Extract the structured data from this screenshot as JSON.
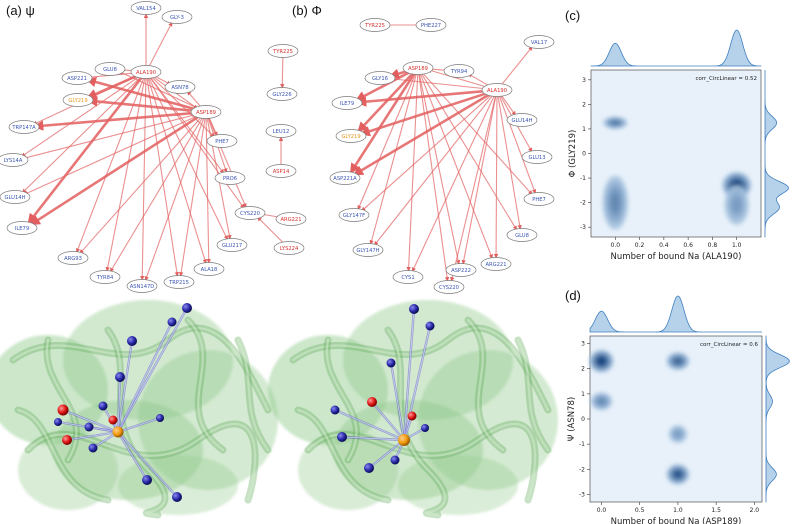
{
  "panels": {
    "a": {
      "label": "(a) ψ",
      "nodes": [
        {
          "id": "VAL154",
          "label": "VAL154",
          "role": "target"
        },
        {
          "id": "GLY-3",
          "label": "GLY-3",
          "role": "target"
        },
        {
          "id": "GLU8",
          "label": "GLU8",
          "role": "target"
        },
        {
          "id": "ALA190",
          "label": "ALA190",
          "role": "source"
        },
        {
          "id": "ASN78",
          "label": "ASN78",
          "role": "target"
        },
        {
          "id": "ASP221",
          "label": "ASP221",
          "role": "target"
        },
        {
          "id": "GLY219",
          "label": "GLY219",
          "role": "highlight"
        },
        {
          "id": "ASP189",
          "label": "ASP189",
          "role": "source"
        },
        {
          "id": "TRP147A",
          "label": "TRP147A",
          "role": "target"
        },
        {
          "id": "PHE7",
          "label": "PHE7",
          "role": "target"
        },
        {
          "id": "LYS14A",
          "label": "LYS14A",
          "role": "target"
        },
        {
          "id": "PRO6",
          "label": "PRO6",
          "role": "target"
        },
        {
          "id": "GLU14H",
          "label": "GLU14H",
          "role": "target"
        },
        {
          "id": "CYS220",
          "label": "CYS220",
          "role": "target"
        },
        {
          "id": "ILE79",
          "label": "ILE79",
          "role": "target"
        },
        {
          "id": "ARG221",
          "label": "ARG221",
          "role": "source"
        },
        {
          "id": "LYS224",
          "label": "LYS224",
          "role": "source"
        },
        {
          "id": "ARG93",
          "label": "ARG93",
          "role": "target"
        },
        {
          "id": "TYR84",
          "label": "TYR84",
          "role": "target"
        },
        {
          "id": "ASN147D",
          "label": "ASN147D",
          "role": "target"
        },
        {
          "id": "TRP215",
          "label": "TRP215",
          "role": "target"
        },
        {
          "id": "ALA18",
          "label": "ALA18",
          "role": "target"
        },
        {
          "id": "GLU217",
          "label": "GLU217",
          "role": "target"
        },
        {
          "id": "TYR225",
          "label": "TYR225",
          "role": "source"
        },
        {
          "id": "GLY226",
          "label": "GLY226",
          "role": "target"
        },
        {
          "id": "LEU12",
          "label": "LEU12",
          "role": "target"
        },
        {
          "id": "ASP14",
          "label": "ASP14",
          "role": "source"
        }
      ],
      "edges": [
        [
          "ALA190",
          "VAL154"
        ],
        [
          "ALA190",
          "GLY-3"
        ],
        [
          "ALA190",
          "GLU8"
        ],
        [
          "ALA190",
          "ASN78"
        ],
        [
          "ALA190",
          "ASP221"
        ],
        [
          "ALA190",
          "GLY219"
        ],
        [
          "ALA190",
          "TRP147A"
        ],
        [
          "ALA190",
          "ASP189"
        ],
        [
          "ALA190",
          "PHE7"
        ],
        [
          "ALA190",
          "LYS14A"
        ],
        [
          "ALA190",
          "GLU14H"
        ],
        [
          "ALA190",
          "ILE79"
        ],
        [
          "ALA190",
          "ARG93"
        ],
        [
          "ALA190",
          "TYR84"
        ],
        [
          "ALA190",
          "ASN147D"
        ],
        [
          "ALA190",
          "TRP215"
        ],
        [
          "ALA190",
          "ALA18"
        ],
        [
          "ALA190",
          "GLU217"
        ],
        [
          "ALA190",
          "CYS220"
        ],
        [
          "ALA190",
          "PRO6"
        ],
        [
          "ASP189",
          "ASP221"
        ],
        [
          "ASP189",
          "GLY219"
        ],
        [
          "ASP189",
          "TRP147A"
        ],
        [
          "ASP189",
          "GLU8"
        ],
        [
          "ASP189",
          "ASN78"
        ],
        [
          "ASP189",
          "PHE7"
        ],
        [
          "ASP189",
          "PRO6"
        ],
        [
          "ASP189",
          "LYS14A"
        ],
        [
          "ASP189",
          "GLU14H"
        ],
        [
          "ASP189",
          "ILE79"
        ],
        [
          "ASP189",
          "ARG93"
        ],
        [
          "ASP189",
          "TYR84"
        ],
        [
          "ASP189",
          "ASN147D"
        ],
        [
          "ASP189",
          "TRP215"
        ],
        [
          "ASP189",
          "ALA18"
        ],
        [
          "ASP189",
          "GLU217"
        ],
        [
          "ASP189",
          "CYS220"
        ],
        [
          "ARG221",
          "CYS220"
        ],
        [
          "LYS224",
          "CYS220"
        ],
        [
          "TYR225",
          "GLY226"
        ],
        [
          "ASP14",
          "LEU12"
        ]
      ]
    },
    "b": {
      "label": "(b) Φ",
      "nodes": [
        {
          "id": "TYR225",
          "label": "TYR225",
          "role": "source"
        },
        {
          "id": "PHE227",
          "label": "PHE227",
          "role": "target"
        },
        {
          "id": "VAL17",
          "label": "VAL17",
          "role": "target"
        },
        {
          "id": "ASP189",
          "label": "ASP189",
          "role": "source"
        },
        {
          "id": "TYR94",
          "label": "TYR94",
          "role": "target"
        },
        {
          "id": "GLY16",
          "label": "GLY16",
          "role": "target"
        },
        {
          "id": "ALA190",
          "label": "ALA190",
          "role": "source"
        },
        {
          "id": "ILE79",
          "label": "ILE79",
          "role": "target"
        },
        {
          "id": "GLU14H",
          "label": "GLU14H",
          "role": "target"
        },
        {
          "id": "GLY219",
          "label": "GLY219",
          "role": "highlight"
        },
        {
          "id": "GLU13",
          "label": "GLU13",
          "role": "target"
        },
        {
          "id": "ASP221A",
          "label": "ASP221A",
          "role": "target"
        },
        {
          "id": "PHE7",
          "label": "PHE7",
          "role": "target"
        },
        {
          "id": "GLY147F",
          "label": "GLY147F",
          "role": "target"
        },
        {
          "id": "GLU8",
          "label": "GLU8",
          "role": "target"
        },
        {
          "id": "GLY147H",
          "label": "GLY147H",
          "role": "target"
        },
        {
          "id": "ARG221",
          "label": "ARG221",
          "role": "target"
        },
        {
          "id": "CYS1",
          "label": "CYS1",
          "role": "target"
        },
        {
          "id": "CYS220",
          "label": "CYS220",
          "role": "target"
        },
        {
          "id": "ASP222",
          "label": "ASP222",
          "role": "target"
        }
      ],
      "edges": [
        [
          "TYR225",
          "PHE227"
        ],
        [
          "ALA190",
          "VAL17"
        ],
        [
          "ALA190",
          "TYR94"
        ],
        [
          "ALA190",
          "GLY16"
        ],
        [
          "ALA190",
          "ILE79"
        ],
        [
          "ALA190",
          "GLY219"
        ],
        [
          "ALA190",
          "ASP221A"
        ],
        [
          "ALA190",
          "GLU14H"
        ],
        [
          "ALA190",
          "GLU13"
        ],
        [
          "ALA190",
          "PHE7"
        ],
        [
          "ALA190",
          "GLU8"
        ],
        [
          "ALA190",
          "ARG221"
        ],
        [
          "ALA190",
          "ASP222"
        ],
        [
          "ALA190",
          "CYS220"
        ],
        [
          "ALA190",
          "CYS1"
        ],
        [
          "ALA190",
          "GLY147H"
        ],
        [
          "ALA190",
          "GLY147F"
        ],
        [
          "ALA190",
          "ASP189"
        ],
        [
          "ASP189",
          "TYR94"
        ],
        [
          "ASP189",
          "GLY16"
        ],
        [
          "ASP189",
          "ILE79"
        ],
        [
          "ASP189",
          "GLY219"
        ],
        [
          "ASP189",
          "ASP221A"
        ],
        [
          "ASP189",
          "GLY147F"
        ],
        [
          "ASP189",
          "GLY147H"
        ],
        [
          "ASP189",
          "CYS1"
        ],
        [
          "ASP189",
          "CYS220"
        ],
        [
          "ASP189",
          "ASP222"
        ],
        [
          "ASP189",
          "ARG221"
        ],
        [
          "ASP189",
          "GLU8"
        ],
        [
          "ASP189",
          "PHE7"
        ]
      ]
    },
    "c": {
      "label": "(c)",
      "annotation": "corr_CircLinear = 0.52",
      "xlabel": "Number of bound Na (ALA190)",
      "ylabel": "Φ (GLY219)",
      "xticks": [
        "0.0",
        "0.2",
        "0.4",
        "0.6",
        "0.8",
        "1.0"
      ],
      "yticks": [
        "3",
        "2",
        "1",
        "0",
        "-1",
        "-2",
        "-3"
      ],
      "xlim": [
        -0.2,
        1.2
      ],
      "ylim": [
        -3.4,
        3.4
      ],
      "blobs": [
        {
          "x": 0.0,
          "y": 1.25,
          "rx": 0.05,
          "ry": 0.25,
          "level": 3
        },
        {
          "x": 0.0,
          "y": -2.0,
          "rx": 0.055,
          "ry": 1.1,
          "level": 2
        },
        {
          "x": 1.0,
          "y": -1.3,
          "rx": 0.07,
          "ry": 0.55,
          "level": 6
        },
        {
          "x": 1.0,
          "y": -2.1,
          "rx": 0.05,
          "ry": 0.8,
          "level": 1
        }
      ],
      "top_peaks": [
        {
          "x": 0.0,
          "h": 0.6
        },
        {
          "x": 1.0,
          "h": 0.95
        }
      ],
      "right_peaks": [
        {
          "y": 1.25,
          "h": 0.45
        },
        {
          "y": -1.4,
          "h": 0.9
        },
        {
          "y": -2.2,
          "h": 0.55
        }
      ]
    },
    "d": {
      "label": "(d)",
      "annotation": "corr_CircLinear = 0.6",
      "xlabel": "Number of bound Na (ASP189)",
      "ylabel": "Ψ (ASN78)",
      "xticks": [
        "0.0",
        "0.5",
        "1.0",
        "1.5",
        "2.0"
      ],
      "yticks": [
        "3",
        "2",
        "1",
        "0",
        "-1",
        "-2",
        "-3"
      ],
      "xlim": [
        -0.15,
        2.1
      ],
      "ylim": [
        -3.3,
        3.3
      ],
      "blobs": [
        {
          "x": 0.0,
          "y": 2.3,
          "rx": 0.08,
          "ry": 0.45,
          "level": 6
        },
        {
          "x": 0.0,
          "y": 0.7,
          "rx": 0.06,
          "ry": 0.35,
          "level": 2
        },
        {
          "x": 1.0,
          "y": 2.3,
          "rx": 0.07,
          "ry": 0.35,
          "level": 4
        },
        {
          "x": 1.0,
          "y": -0.6,
          "rx": 0.04,
          "ry": 0.35,
          "level": 1
        },
        {
          "x": 1.0,
          "y": -2.2,
          "rx": 0.07,
          "ry": 0.4,
          "level": 5
        }
      ],
      "top_peaks": [
        {
          "x": 0.0,
          "h": 0.55
        },
        {
          "x": 1.0,
          "h": 0.95
        }
      ],
      "right_peaks": [
        {
          "y": 2.3,
          "h": 0.9
        },
        {
          "y": 0.7,
          "h": 0.25
        },
        {
          "y": -2.2,
          "h": 0.4
        }
      ]
    }
  },
  "colors": {
    "edge": "#e35f5f",
    "source_text": "#d6302b",
    "target_text": "#3a55b5",
    "highlight_text": "#e8961e",
    "kde_dark": "#0a3a78",
    "kde_light": "#e8f1fa",
    "protein": "#8fc98a"
  }
}
